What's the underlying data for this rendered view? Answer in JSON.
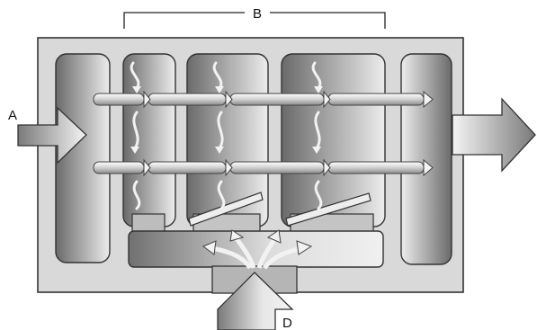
{
  "labels": {
    "a": "A",
    "b": "B",
    "d": "D"
  },
  "colors": {
    "housing": "#d9d9d9",
    "outline": "#333333",
    "chamber_dark": "#6e6e6e",
    "chamber_light": "#ececec",
    "arrow_light": "#f2f2f2"
  }
}
